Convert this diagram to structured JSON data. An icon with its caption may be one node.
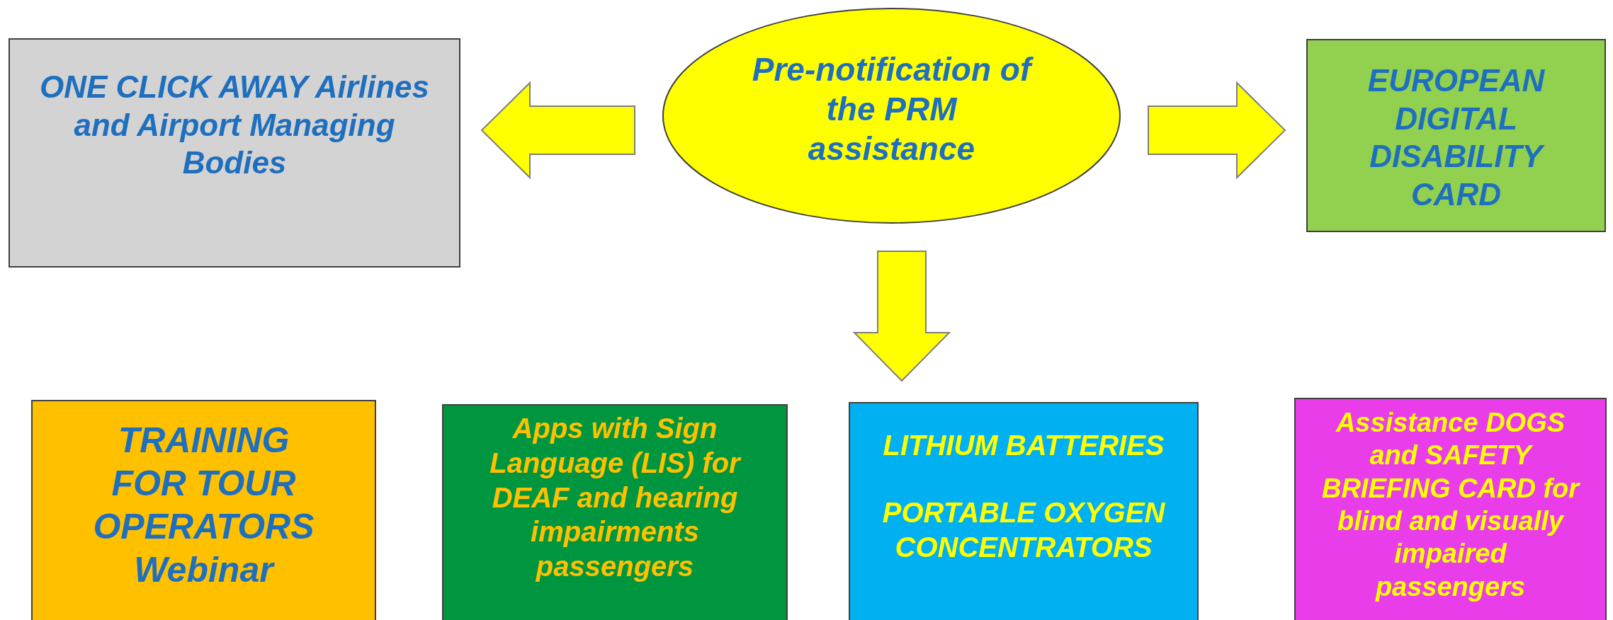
{
  "diagram": {
    "nodes": [
      {
        "text": [
          "Pre-notification of the PRM assistance"
        ]
      },
      {
        "text": [
          "ONE CLICK AWAY Airlines and Airport Managing Bodies"
        ]
      },
      {
        "text": [
          "EUROPEAN DIGITAL DISABILITY CARD"
        ]
      },
      {
        "text": [
          "TRAINING FOR TOUR OPERATORS Webinar"
        ]
      },
      {
        "text": [
          "Apps with Sign Language (LIS) for DEAF and hearing impairments passengers"
        ]
      },
      {
        "text": [
          "LITHIUM BATTERIES",
          "PORTABLE OXYGEN CONCENTRATORS"
        ]
      },
      {
        "text": [
          "Assistance DOGS and SAFETY BRIEFING CARD for blind and visually impaired passengers"
        ]
      }
    ],
    "edges": [
      {
        "from": 0,
        "to": 1,
        "arrow": "to"
      },
      {
        "from": 0,
        "to": 2,
        "arrow": "to"
      },
      {
        "from": 0,
        "to": 5,
        "arrow": "to"
      }
    ]
  }
}
